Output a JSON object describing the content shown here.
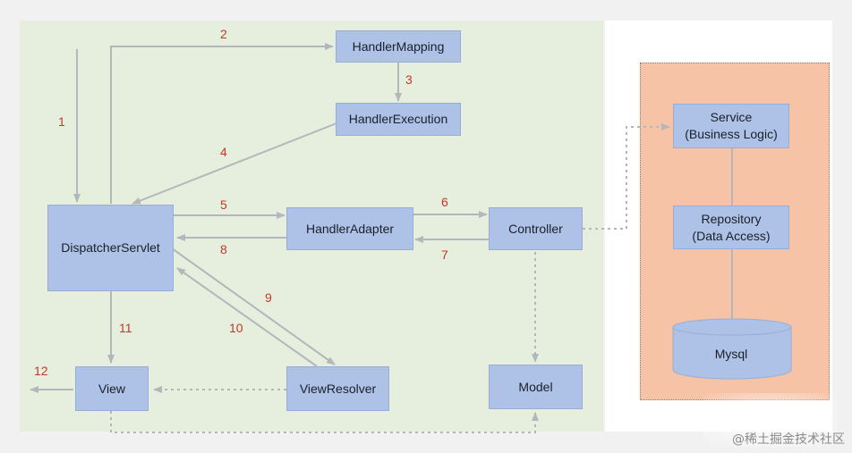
{
  "colors": {
    "background": "#f1f1f1",
    "diagram_panel": "#e6efdd",
    "service_panel": "#f6c3a6",
    "box_fill": "#adc2e6",
    "arrow": "#b5b5bc",
    "step_number": "#c0392b"
  },
  "nodes": {
    "handler_mapping": "HandlerMapping",
    "handler_execution": "HandlerExecution",
    "dispatcher_servlet": "DispatcherServlet",
    "handler_adapter": "HandlerAdapter",
    "controller": "Controller",
    "view": "View",
    "view_resolver": "ViewResolver",
    "model": "Model",
    "service": "Service\n(Business Logic)",
    "repository": "Repository\n(Data Access)",
    "mysql": "Mysql"
  },
  "steps": [
    "1",
    "2",
    "3",
    "4",
    "5",
    "6",
    "7",
    "8",
    "9",
    "10",
    "11",
    "12"
  ],
  "watermark": "@稀土掘金技术社区"
}
